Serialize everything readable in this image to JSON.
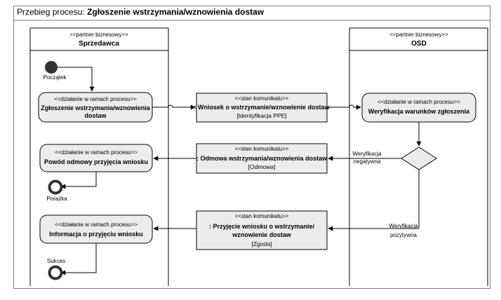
{
  "title": {
    "prefix": "Przebieg procesu:",
    "name": "Zgłoszenie wstrzymania/wznowienia dostaw"
  },
  "lanes": [
    {
      "stereotype": "<<partner biznesowy>>",
      "name": "Sprzedawca"
    },
    {
      "stereotype": "<<partner biznesowy>>",
      "name": "OSD"
    }
  ],
  "nodes": {
    "start_label": "Początek",
    "failure_label": "Porażka",
    "success_label": "Sukces"
  },
  "actions": [
    {
      "stereotype": "<<działanie w ramach procesu>>",
      "lines": [
        "Zgłoszenie wstrzymania/wznowienia",
        "dostaw"
      ]
    },
    {
      "stereotype": "<<działanie w ramach procesu>>",
      "lines": [
        "Weryfikacja warunków zgłoszenia"
      ]
    },
    {
      "stereotype": "<<działanie w ramach procesu>>",
      "lines": [
        "Powód odmowy przyjęcia wniosku"
      ]
    },
    {
      "stereotype": "<<działanie w ramach procesu>>",
      "lines": [
        "Informacja o przyjęciu wniosku"
      ]
    }
  ],
  "messages": [
    {
      "stereotype": "<<stan komunikatu>>",
      "lines": [
        ": Wniosek o wstrzymanie/wznowienie dostaw"
      ],
      "state": "[Identyfikacja PPE]"
    },
    {
      "stereotype": "<<stan komunikatu>>",
      "lines": [
        ": Odmowa wstrzymania/wznowienia dostaw"
      ],
      "state": "[Odmowa]"
    },
    {
      "stereotype": "<<stan komunikatu>>",
      "lines": [
        ": Przyjęcie wniosku o wstrzymanie/",
        "wznowienie dostaw"
      ],
      "state": "[Zgoda]"
    }
  ],
  "guards": {
    "negative": [
      "Weryfikacja",
      "negatywna"
    ],
    "positive": [
      "Weryfikacja",
      "pozytywna"
    ]
  },
  "colors": {
    "box_fill": "#ececec",
    "line": "#000000",
    "title_border": "#7f7f7f"
  }
}
